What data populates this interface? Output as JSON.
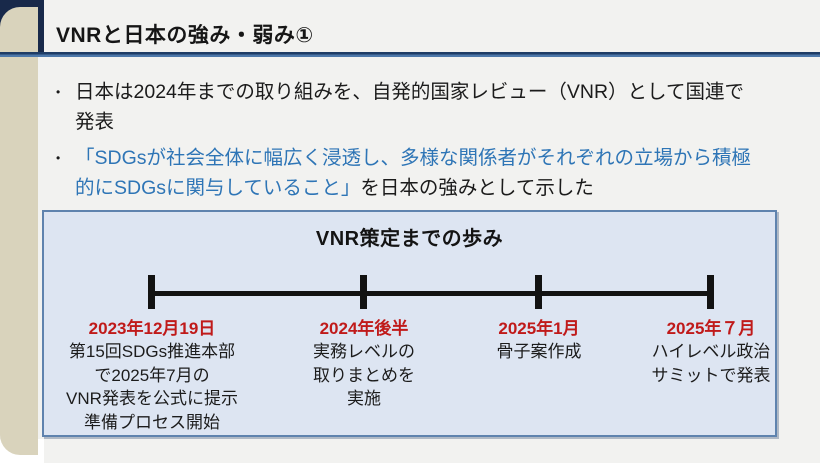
{
  "slide": {
    "title": "VNRと日本の強み・弱み①",
    "bullets": [
      {
        "line1": "日本は2024年までの取り組みを、自発的国家レビュー（VNR）として国連で",
        "line2": "発表"
      },
      {
        "blue_line1": "「SDGsが社会全体に幅広く浸透し、多様な関係者がそれぞれの立場から積極",
        "blue_line2": "的にSDGsに関与していること」",
        "black_rest": "を日本の強みとして示した"
      }
    ],
    "bullet_marker": "•",
    "timeline": {
      "title": "VNR策定までの歩み",
      "milestones": [
        {
          "date": "2023年12月19日",
          "lines": [
            "第15回SDGs推進本部",
            "で2025年7月の",
            "VNR発表を公式に提示",
            "準備プロセス開始"
          ]
        },
        {
          "date": "2024年後半",
          "lines": [
            "実務レベルの",
            "取りまとめを",
            "実施"
          ]
        },
        {
          "date": "2025年1月",
          "lines": [
            "骨子案作成"
          ]
        },
        {
          "date": "2025年７月",
          "lines": [
            "ハイレベル政治",
            "サミットで発表"
          ]
        }
      ]
    },
    "colors": {
      "bg": "#f2f2f0",
      "accent_red": "#c01a1a",
      "accent_blue": "#2e75b6",
      "box_fill": "#dde5f2",
      "box_border": "#5f83ae",
      "band_beige": "#d9d3bc",
      "corner_navy": "#18294a",
      "rule_blue_dark": "#1e3c66",
      "rule_blue_light": "#4d78aa"
    }
  }
}
